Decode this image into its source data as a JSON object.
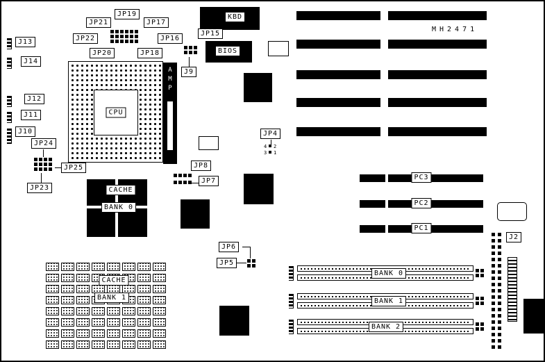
{
  "board": {
    "model": "MH2471"
  },
  "connectors": {
    "j2": "J2",
    "j9": "J9",
    "j10": "J10",
    "j11": "J11",
    "j12": "J12",
    "j13": "J13",
    "j14": "J14",
    "kbd": "KBD"
  },
  "jumpers": {
    "jp4": "JP4",
    "jp5": "JP5",
    "jp6": "JP6",
    "jp7": "JP7",
    "jp8": "JP8",
    "jp15": "JP15",
    "jp16": "JP16",
    "jp17": "JP17",
    "jp18": "JP18",
    "jp19": "JP19",
    "jp20": "JP20",
    "jp21": "JP21",
    "jp22": "JP22",
    "jp23": "JP23",
    "jp24": "JP24",
    "jp25": "JP25"
  },
  "jp4_pins": {
    "tl": "4",
    "tr": "2",
    "bl": "3",
    "br": "1"
  },
  "chips": {
    "cpu": "CPU",
    "bios": "BIOS",
    "amp": "AMP"
  },
  "cache": {
    "l2_label": "CACHE",
    "l2_bank": "BANK 0",
    "dram_label": "CACHE",
    "dram_bank": "BANK 1"
  },
  "slots": {
    "pc1": "PC1",
    "pc2": "PC2",
    "pc3": "PC3"
  },
  "memory": {
    "bank0": "BANK 0",
    "bank1": "BANK 1",
    "bank2": "BANK 2"
  }
}
